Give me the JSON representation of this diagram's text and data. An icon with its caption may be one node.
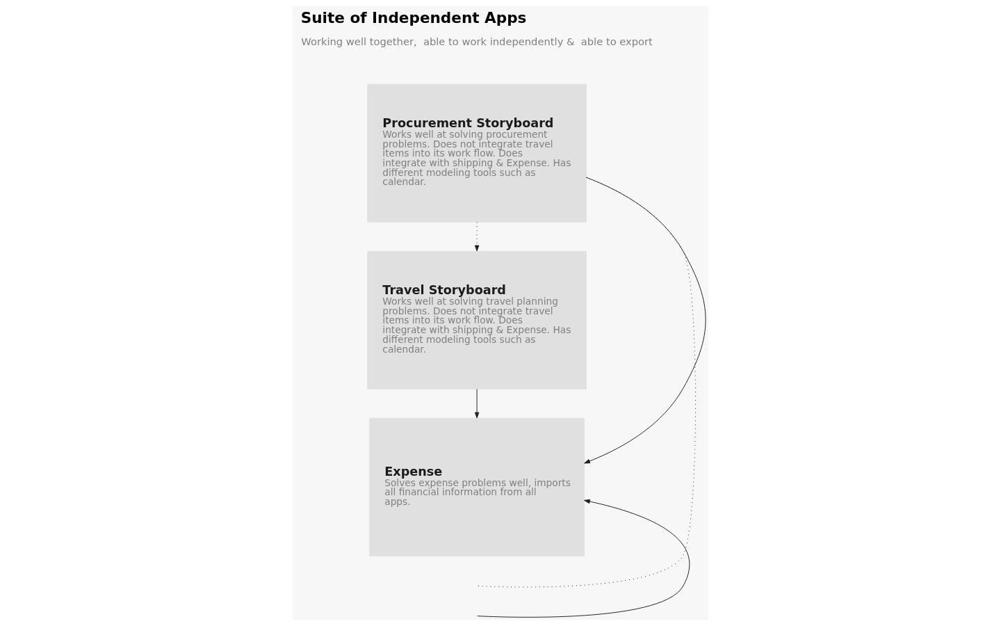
{
  "diagram": {
    "title": "Suite of Independent Apps",
    "nodes": [
      {
        "text": [
          "Expense",
          "Solves expense problems well, imports all financial information from all apps."
        ]
      },
      {
        "text": [
          "Travel Storyboard",
          "Works well at solving travel planning problems. Does not integrate travel items into its work flow. Does integrate with shipping & Expense. Has different modeling tools such as calendar."
        ]
      },
      {
        "text": [
          "Procurement Storyboard",
          "Works well at solving procurement problems. Does not integrate travel items into its work flow. Does integrate with shipping & Expense. Has different modeling tools such as calendar."
        ]
      }
    ],
    "edges": [
      {
        "from": 2,
        "to": 1,
        "arrow": "to",
        "style": "dashed"
      },
      {
        "from": 2,
        "to": null,
        "arrow": "none",
        "style": "dashed"
      },
      {
        "from": 1,
        "to": 0,
        "arrow": "to"
      },
      {
        "from": 2,
        "to": 0,
        "arrow": "to"
      },
      {
        "from": null,
        "to": 0,
        "arrow": "to"
      }
    ],
    "labels": [
      "Working well together,  able to work independently &  able to export"
    ]
  }
}
